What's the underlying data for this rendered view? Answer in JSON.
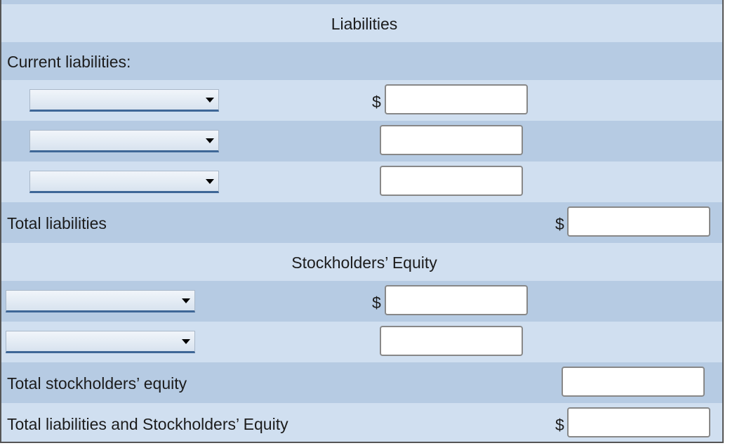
{
  "liabilities_heading": "Liabilities",
  "current_liabilities_label": "Current liabilities:",
  "currency_symbol": "$",
  "total_liabilities_label": "Total liabilities",
  "equity_heading": "Stockholders’ Equity",
  "total_equity_label": "Total stockholders’ equity",
  "total_liabilities_equity_label": "Total liabilities and Stockholders’ Equity",
  "dropdowns": {
    "liability_1": "",
    "liability_2": "",
    "liability_3": "",
    "equity_1": "",
    "equity_2": ""
  },
  "inputs": {
    "liability_1_amount": "",
    "liability_2_amount": "",
    "liability_3_amount": "",
    "total_liabilities": "",
    "equity_1_amount": "",
    "equity_2_amount": "",
    "total_equity": "",
    "total_liabilities_equity": ""
  },
  "colors": {
    "row_light": "#d0dff0",
    "row_dark": "#b6cbe3",
    "select_underline": "#3e6797"
  }
}
